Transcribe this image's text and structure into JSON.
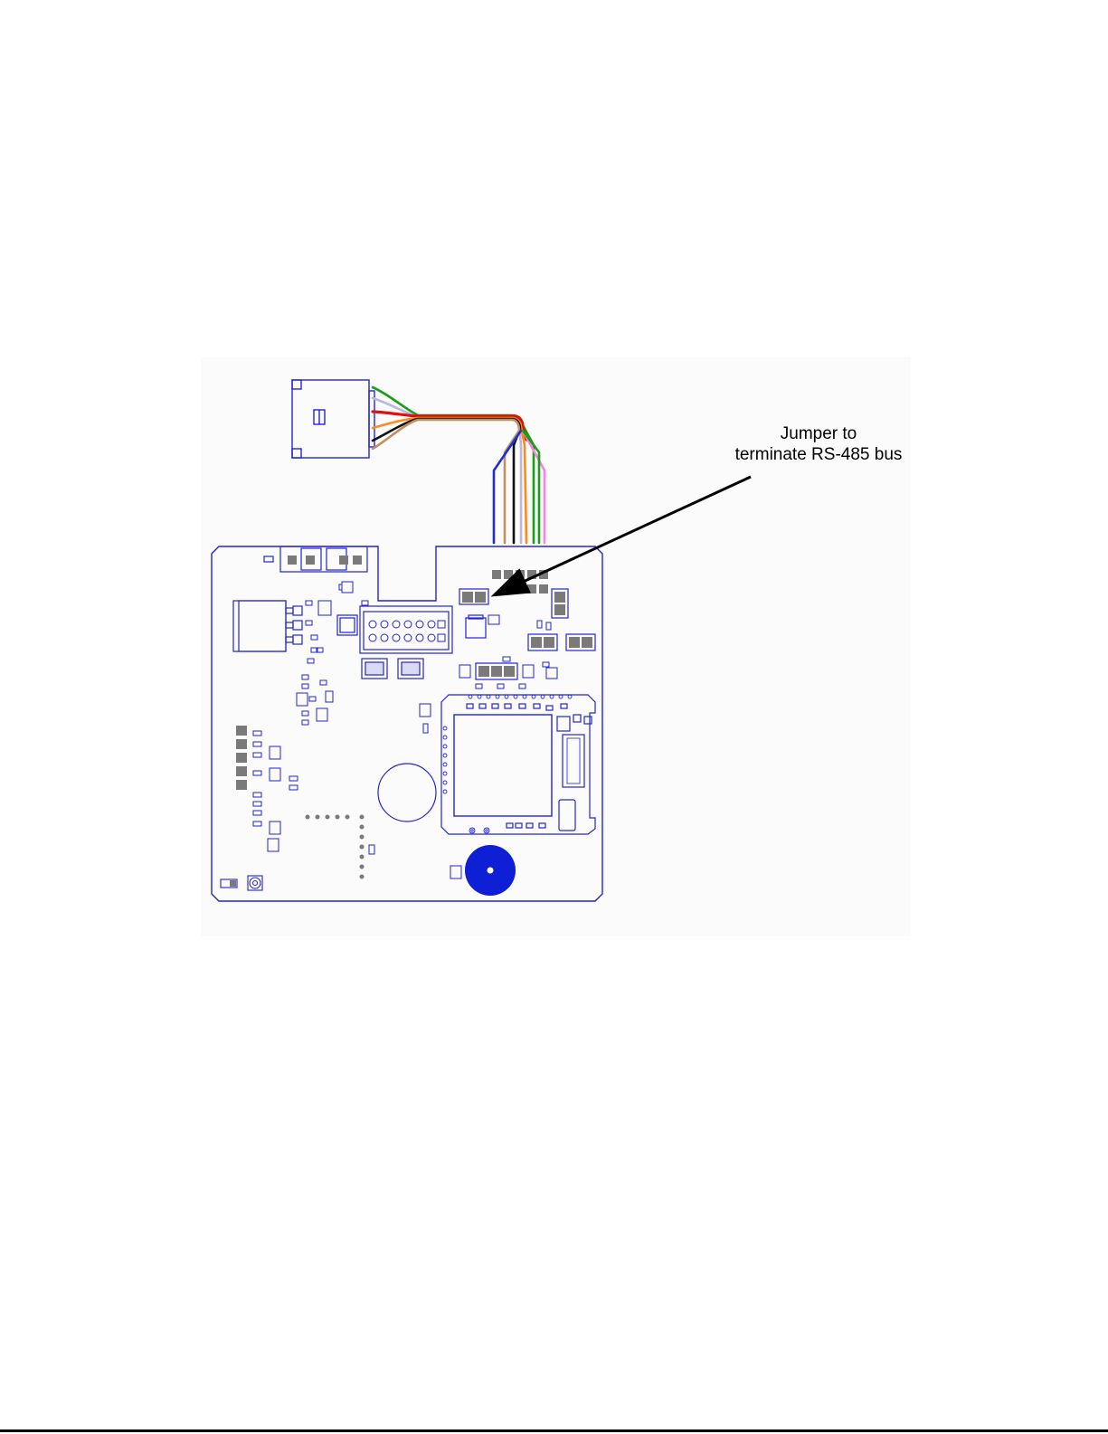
{
  "callout": {
    "line1": "Jumper to",
    "line2": "terminate RS-485 bus"
  },
  "colors": {
    "outline": "#2323d8",
    "pad": "#7a7a7a",
    "buzzer": "#0f1fd6",
    "arrow": "#000000",
    "wires": [
      "#1a9e1a",
      "#b0b0d8",
      "#e01010",
      "#ff8a1a",
      "#111111",
      "#b88a55",
      "#1f2fd6",
      "#ff80e0"
    ]
  },
  "components": {
    "cable_connector": "wire-harness-connector",
    "board": "pcb-board",
    "jumper": "rs485-termination-jumper",
    "buzzer": "piezo-buzzer"
  }
}
